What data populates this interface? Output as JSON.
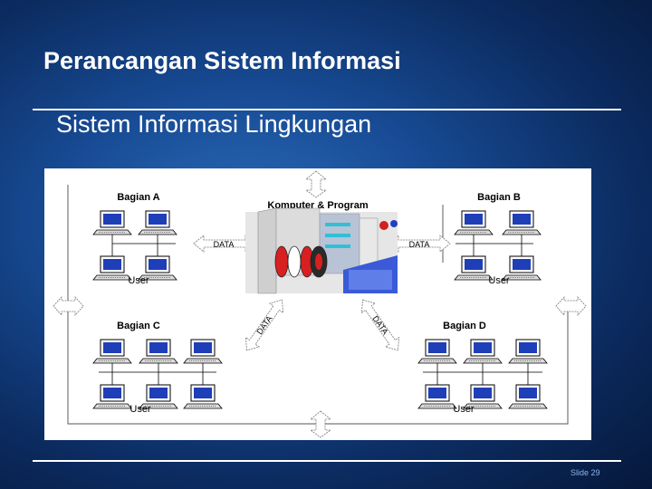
{
  "slide": {
    "title": "Perancangan Sistem Informasi",
    "subtitle": "Sistem Informasi Lingkungan",
    "slide_number": "Slide 29"
  },
  "diagram": {
    "center_label": "Komputer & Program",
    "arrow_label": "DATA",
    "departments": {
      "a": {
        "title": "Bagian A",
        "user_label": "User"
      },
      "b": {
        "title": "Bagian B",
        "user_label": "User"
      },
      "c": {
        "title": "Bagian C",
        "user_label": "User"
      },
      "d": {
        "title": "Bagian D",
        "user_label": "User"
      }
    }
  },
  "colors": {
    "background": "#174a93",
    "screen": "#1f3fb8",
    "disk_red": "#d92020",
    "server_blue": "#3a5ad8"
  }
}
